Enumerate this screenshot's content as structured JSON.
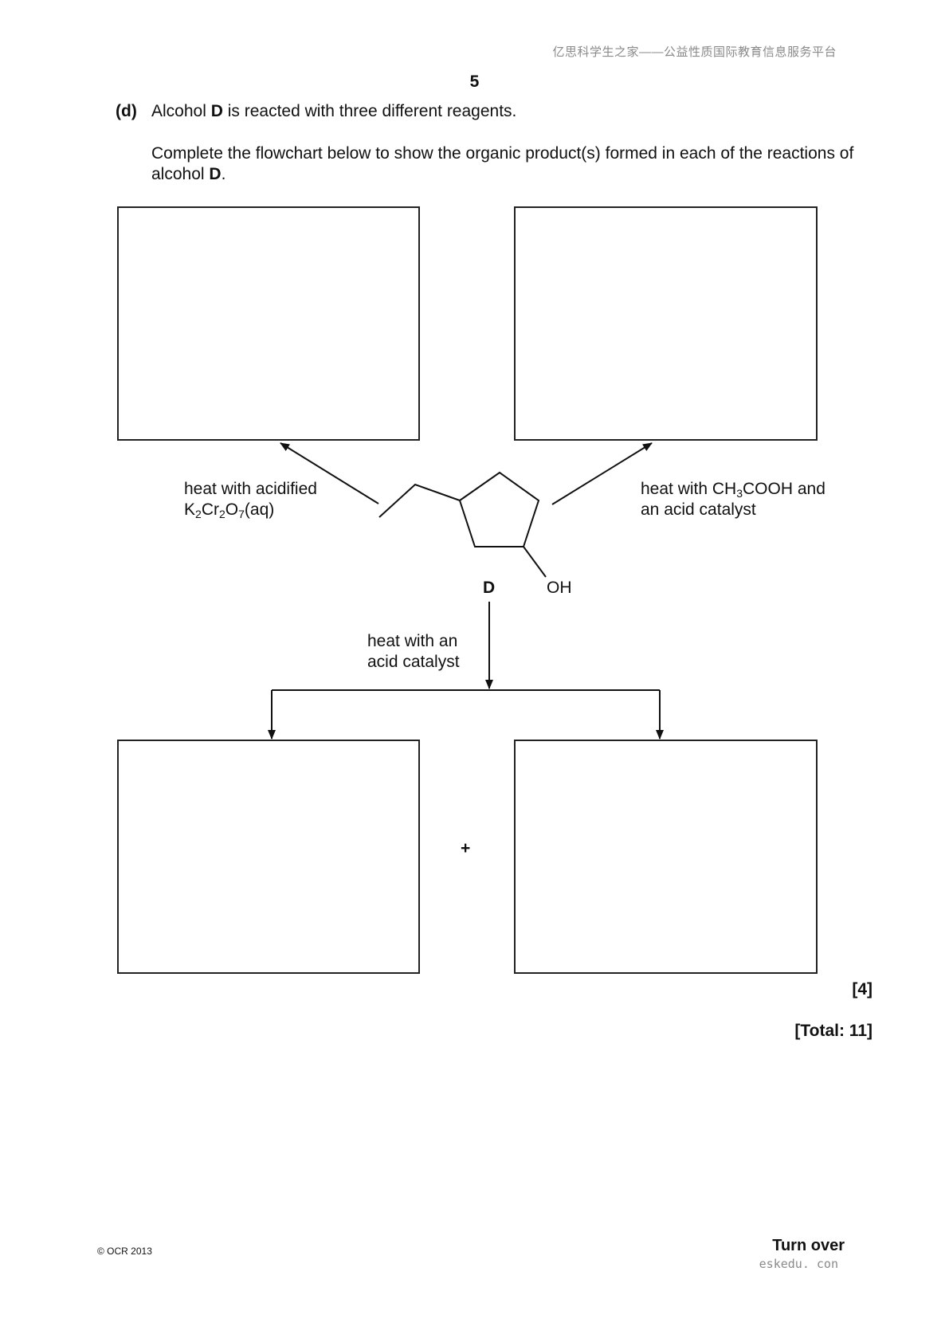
{
  "header": {
    "watermark": "亿思科学生之家——公益性质国际教育信息服务平台",
    "page_number": "5"
  },
  "question": {
    "part_label": "(d)",
    "stem_prefix": "Alcohol ",
    "stem_bold": "D",
    "stem_suffix": " is reacted with three different reagents.",
    "instruction_prefix": "Complete the flowchart below to show the organic product(s) formed in each of the reactions of alcohol ",
    "instruction_bold": "D",
    "instruction_suffix": "."
  },
  "flowchart": {
    "reagent_oxidation": {
      "line1": "heat with acidified",
      "k": "K",
      "k_sub": "2",
      "cr": "Cr",
      "cr_sub": "2",
      "o": "O",
      "o_sub": "7",
      "state": "(aq)"
    },
    "reagent_ester": {
      "line1_prefix": "heat with CH",
      "line1_sub": "3",
      "line1_suffix": "COOH and",
      "line2": "an acid catalyst"
    },
    "reagent_dehydration": {
      "line1": "heat with an",
      "line2": "acid catalyst"
    },
    "molecule": {
      "label": "D",
      "oh_group": "OH"
    },
    "plus_sign": "+"
  },
  "marks": {
    "part_marks": "[4]",
    "total": "[Total: 11]"
  },
  "footer": {
    "copyright": "© OCR 2013",
    "turn_over": "Turn over",
    "site": "eskedu. con"
  }
}
